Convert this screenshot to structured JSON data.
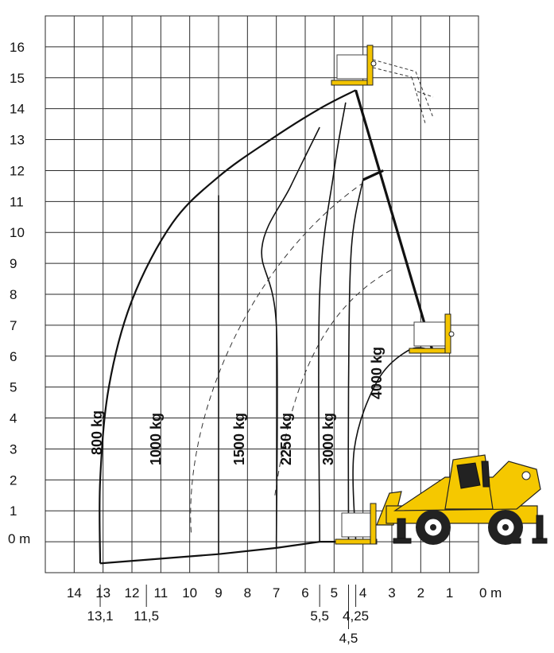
{
  "chart_data": {
    "type": "line",
    "title": "",
    "x_unit_label": "0 m",
    "y_unit_label": "0 m",
    "xlim": [
      15,
      0
    ],
    "ylim": [
      -1,
      17
    ],
    "x_ticks": [
      "14",
      "13",
      "12",
      "11",
      "10",
      "9",
      "8",
      "7",
      "6",
      "5",
      "4",
      "3",
      "2",
      "1"
    ],
    "y_ticks": [
      "16",
      "15",
      "14",
      "13",
      "12",
      "11",
      "10",
      "9",
      "8",
      "7",
      "6",
      "5",
      "4",
      "3",
      "2",
      "1"
    ],
    "x_extra_ticks": [
      "13,1",
      "11,5",
      "5,5",
      "4,25",
      "4,5"
    ],
    "grid": true,
    "series": [
      {
        "name": "800 kg",
        "points": [
          [
            13.1,
            -0.7
          ],
          [
            13.1,
            2
          ],
          [
            12.8,
            5
          ],
          [
            12,
            7.8
          ],
          [
            10.6,
            10.3
          ],
          [
            9,
            11.8
          ],
          [
            7.2,
            13
          ],
          [
            5.5,
            14
          ],
          [
            4.25,
            14.6
          ]
        ]
      },
      {
        "name": "1000 kg",
        "points": [
          [
            9,
            -0.4
          ],
          [
            9,
            11.2
          ]
        ]
      },
      {
        "name": "1500 kg",
        "points": [
          [
            7,
            -0.2
          ],
          [
            7,
            7
          ],
          [
            7.5,
            9.5
          ],
          [
            6.5,
            11.5
          ],
          [
            5.5,
            13.4
          ]
        ]
      },
      {
        "name": "2250 kg",
        "points": [
          [
            5.5,
            0
          ],
          [
            5.5,
            8
          ],
          [
            5,
            12
          ],
          [
            4.6,
            14.2
          ]
        ]
      },
      {
        "name": "3000 kg",
        "points": [
          [
            4.5,
            0
          ],
          [
            4.5,
            5
          ],
          [
            4.4,
            9.5
          ],
          [
            4,
            11.7
          ]
        ]
      },
      {
        "name": "4000 kg",
        "points": [
          [
            4.25,
            0
          ],
          [
            4.3,
            3
          ],
          [
            3.5,
            5.2
          ],
          [
            2.4,
            6.2
          ],
          [
            1.6,
            6.2
          ]
        ]
      }
    ]
  }
}
